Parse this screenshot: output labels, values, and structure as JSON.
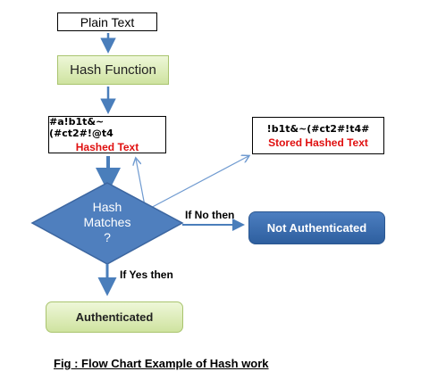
{
  "nodes": {
    "plain_text": "Plain Text",
    "hash_function": "Hash Function",
    "hashed_value": "#a!b1t&~(#ct2#!@t4",
    "hashed_label": "Hashed Text",
    "stored_value": "!b1t&~(#ct2#!t4#",
    "stored_label": "Stored Hashed Text",
    "decision_line1": "Hash",
    "decision_line2": "Matches",
    "decision_line3": "?",
    "not_authenticated": "Not Authenticated",
    "authenticated": "Authenticated"
  },
  "edges": {
    "no_label": "If No then",
    "yes_label": "If Yes then"
  },
  "caption": "Fig : Flow Chart Example of Hash work",
  "colors": {
    "arrow": "#4a7ebb",
    "decision_fill": "#4f7fbe",
    "green_box": "#d6e8ad",
    "red_text": "#e01010",
    "blue_box": "#3a6cae"
  }
}
